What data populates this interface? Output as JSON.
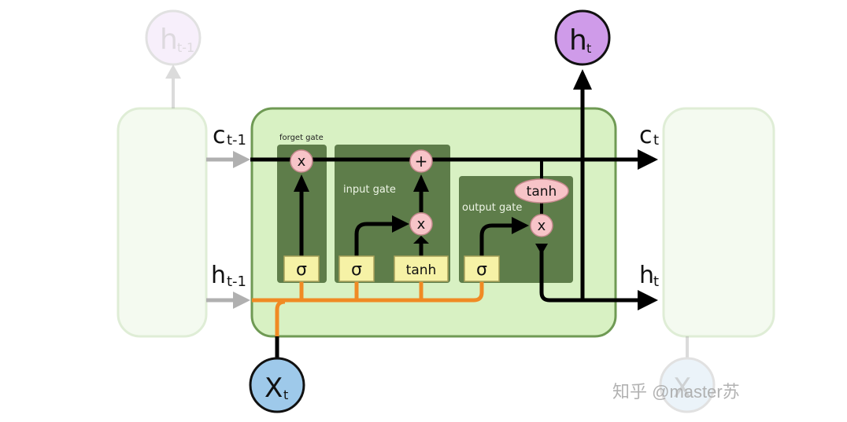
{
  "labels": {
    "ct_prev_main": "c",
    "ct_prev_sub": "t-1",
    "ht_prev_main": "h",
    "ht_prev_sub": "t-1",
    "ct_main": "c",
    "ct_sub": "t",
    "ht_main": "h",
    "ht_sub": "t",
    "top_ht_prev_main": "h",
    "top_ht_prev_sub": "t-1",
    "top_ht_main": "h",
    "top_ht_sub": "t",
    "xt_main": "X",
    "xt_sub": "t",
    "ghost_x": "X",
    "forget_gate": "forget gate",
    "input_gate": "input gate",
    "output_gate": "output gate",
    "sigma": "σ",
    "tanh": "tanh",
    "times": "x",
    "plus": "+",
    "watermark": "知乎 @master苏"
  },
  "colors": {
    "cell_fill": "#d8f1c3",
    "cell_border": "#6f9a54",
    "gate_fill": "#5e7d4a",
    "sigma_fill": "#f6f2a6",
    "op_fill": "#f7c4c8",
    "ht_fill": "#cf9be9",
    "xt_fill": "#9ec9ea",
    "orange": "#f08a24"
  }
}
